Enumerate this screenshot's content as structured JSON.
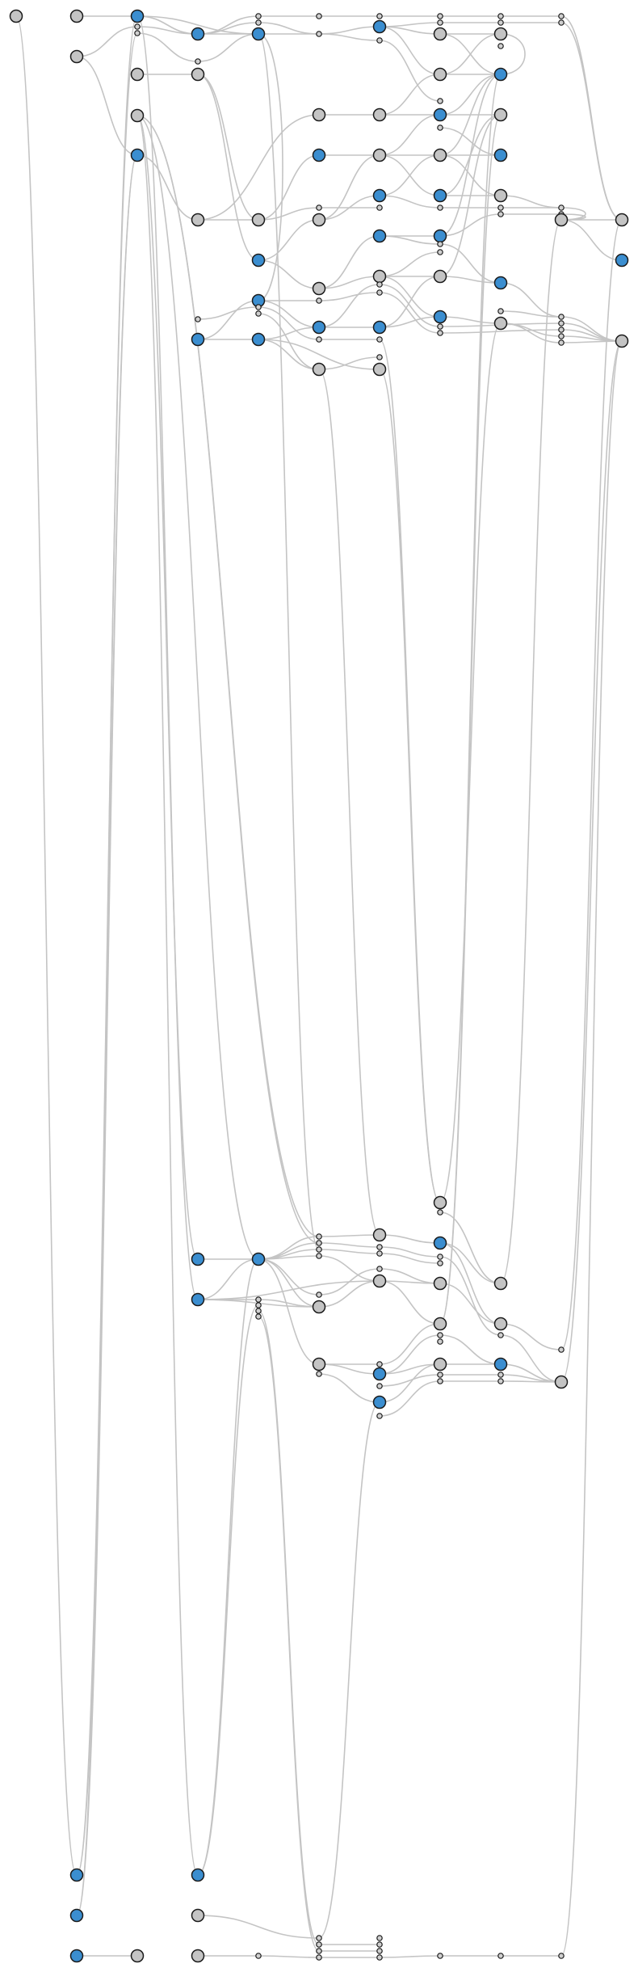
{
  "graph": {
    "colors": {
      "background": "#ffffff",
      "edge": "#c4c4c4",
      "node_outline": "#1b1b1b",
      "blue_node": "#3b8ed0",
      "gray_node": "#c4c4c4",
      "junction_fill": "#d0d0d0"
    },
    "node_types": [
      "blue",
      "gray",
      "junction"
    ]
  }
}
